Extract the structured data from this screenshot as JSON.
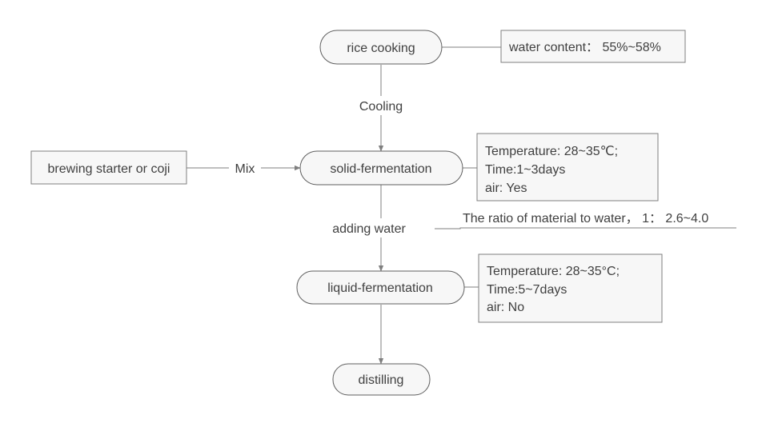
{
  "nodes": {
    "rice_cooking": "rice cooking",
    "solid_fermentation": "solid-fermentation",
    "liquid_fermentation": "liquid-fermentation",
    "distilling": "distilling",
    "brewing_starter": "brewing starter or coji"
  },
  "notes": {
    "water_content": "water content： 55%~58%",
    "solid": {
      "line1": "Temperature:  28~35℃;",
      "line2": "Time:1~3days",
      "line3": "air:  Yes"
    },
    "liquid": {
      "line1": "Temperature:  28~35°C;",
      "line2": "Time:5~7days",
      "line3": "air:  No"
    },
    "ratio": "The ratio of material to water， 1： 2.6~4.0"
  },
  "edge_labels": {
    "cooling": "Cooling",
    "mix": "Mix",
    "adding_water": "adding water"
  }
}
